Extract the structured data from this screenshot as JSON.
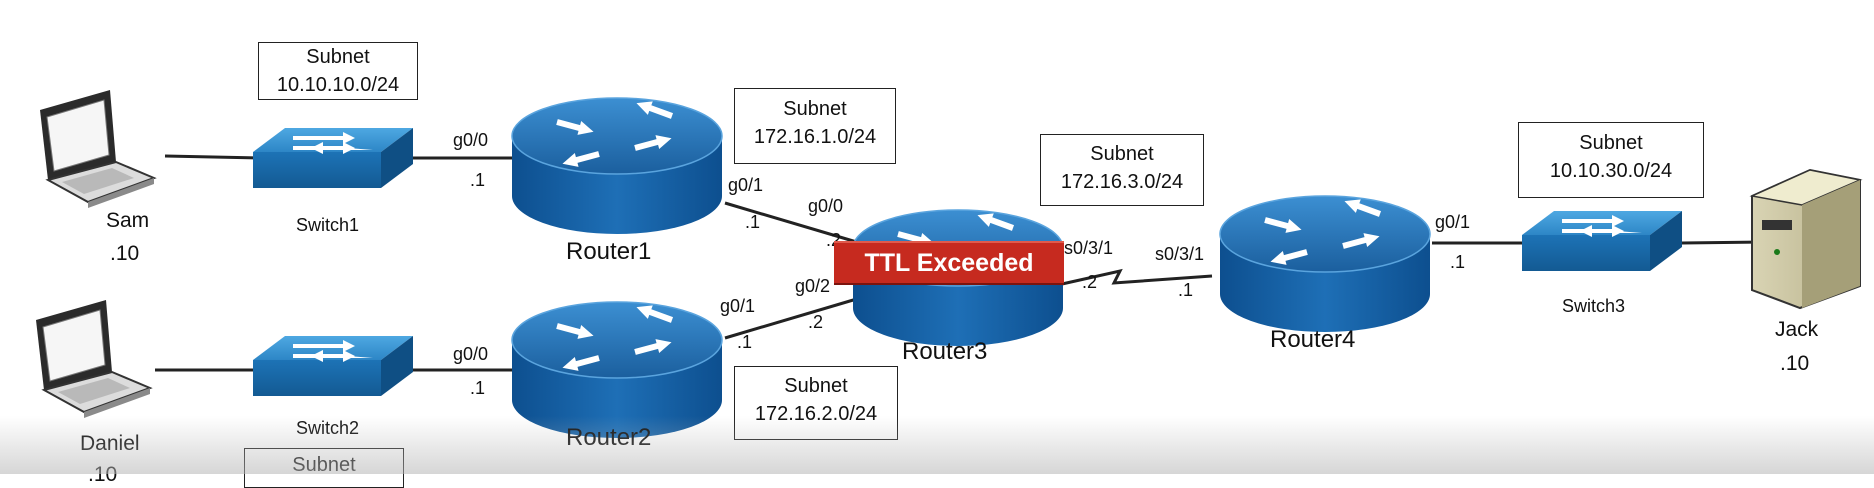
{
  "devices": {
    "sam": {
      "name": "Sam",
      "host": ".10"
    },
    "daniel": {
      "name": "Daniel",
      "host": ".10"
    },
    "jack": {
      "name": "Jack",
      "host": ".10"
    },
    "switch1": "Switch1",
    "switch2": "Switch2",
    "switch3": "Switch3",
    "router1": "Router1",
    "router2": "Router2",
    "router3": "Router3",
    "router4": "Router4"
  },
  "subnets": {
    "s1": {
      "title": "Subnet",
      "network": "10.10.10.0/24"
    },
    "s2": {
      "title": "Subnet",
      "network": "172.16.1.0/24"
    },
    "s3": {
      "title": "Subnet",
      "network": "172.16.3.0/24"
    },
    "s4": {
      "title": "Subnet",
      "network": "10.10.30.0/24"
    },
    "s5": {
      "title": "Subnet",
      "network": "172.16.2.0/24"
    },
    "s6": {
      "title": "Subnet"
    }
  },
  "interfaces": {
    "r1_g00": "g0/0",
    "r1_g00_ip": ".1",
    "r1_g01": "g0/1",
    "r1_g01_ip": ".1",
    "r3_g00": "g0/0",
    "r3_g00_ip": ".2",
    "r2_g00": "g0/0",
    "r2_g00_ip": ".1",
    "r2_g01": "g0/1",
    "r2_g01_ip": ".1",
    "r3_g02": "g0/2",
    "r3_g02_ip": ".2",
    "r3_s031": "s0/3/1",
    "r3_s031_ip": ".2",
    "r4_s031": "s0/3/1",
    "r4_s031_ip": ".1",
    "r4_g01": "g0/1",
    "r4_g01_ip": ".1"
  },
  "alert": "TTL Exceeded",
  "colors": {
    "router_blue": "#1f6fb0",
    "switch_blue": "#2b86c8",
    "alert_red": "#c62a1f"
  }
}
